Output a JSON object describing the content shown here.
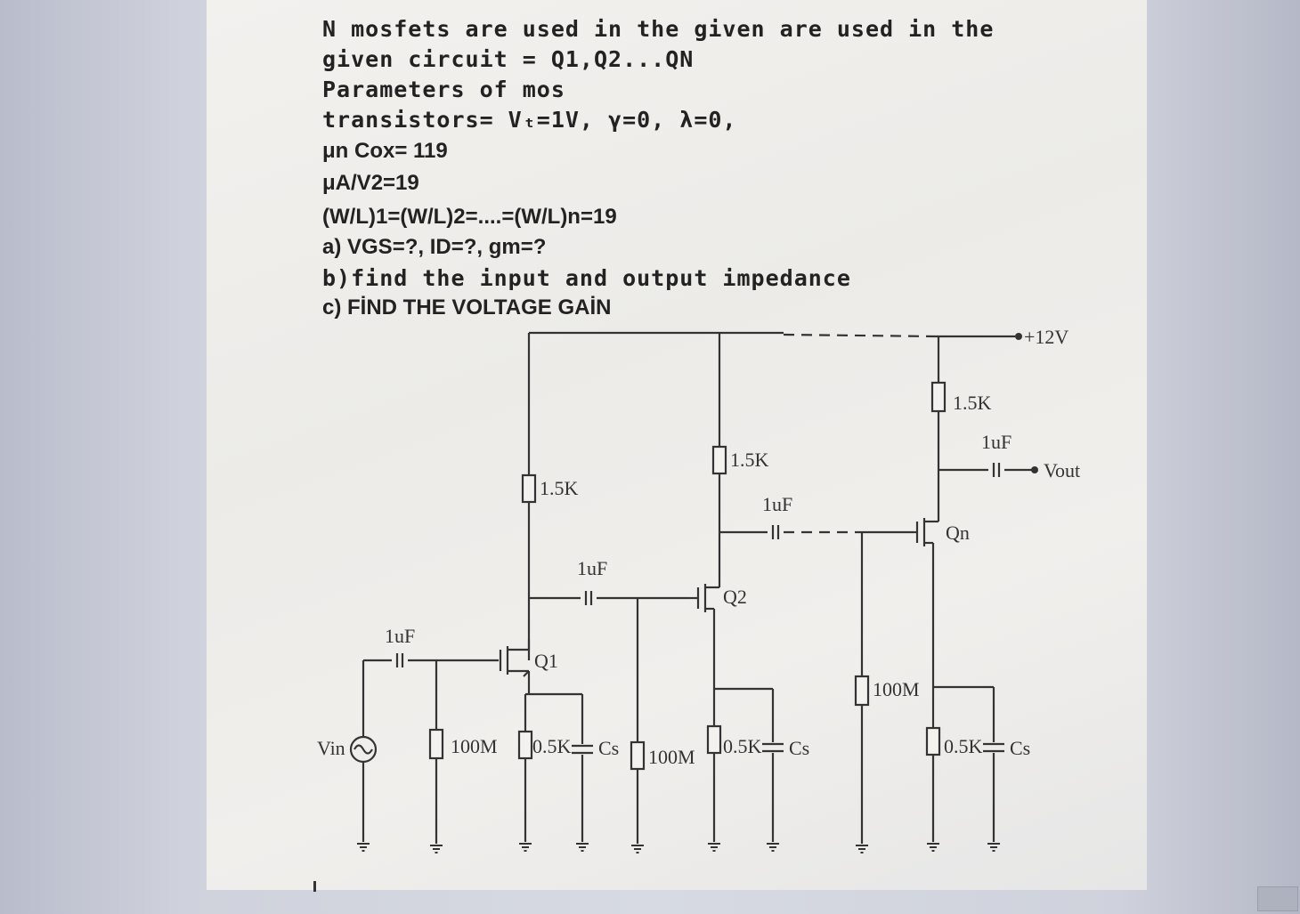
{
  "problem": {
    "line1": "N mosfets are used in the given are used in the",
    "line2": "given  circuit = Q1,Q2...QN",
    "line3": "Parameters of mos",
    "line4": "transistors= Vₜ=1V, γ=0, λ=0,",
    "line5": "μn Cox= 119",
    "line6": "μA/V2=19",
    "line7": "(W/L)1=(W/L)2=....=(W/L)n=19",
    "line8": "a) VGS=?, ID=?, gm=?",
    "line9": "b)find the input and output impedance",
    "line10": "c) FİND THE VOLTAGE GAİN"
  },
  "circuit": {
    "supply": "+12V",
    "input": "Vin",
    "output": "Vout",
    "transistors": [
      "Q1",
      "Q2",
      "Qn"
    ],
    "drain_resistor": "1.5K",
    "coupling_cap": "1uF",
    "bias_resistor": "100M",
    "source_resistor": "0.5K",
    "bypass_cap": "Cs"
  }
}
